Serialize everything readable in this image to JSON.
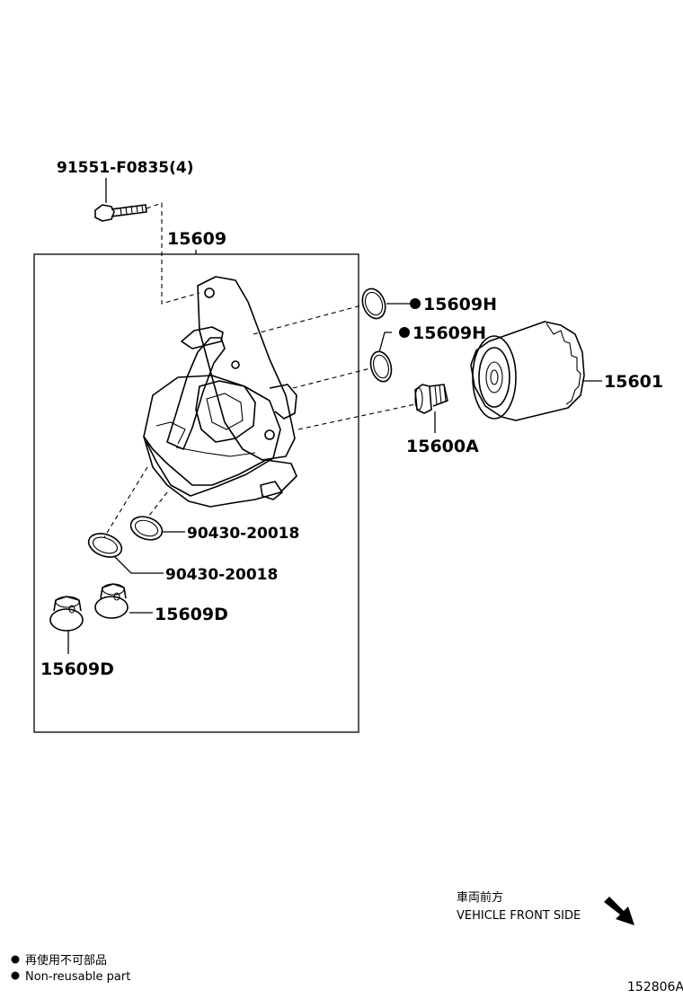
{
  "callouts": {
    "bolt": "91551-F0835(4)",
    "housing": "15609",
    "oring_upper": "15609H",
    "oring_lower": "15609H",
    "filter": "15601",
    "union": "15600A",
    "gasket_upper": "90430-20018",
    "gasket_lower": "90430-20018",
    "plug_right": "15609D",
    "plug_left": "15609D"
  },
  "direction": {
    "label_jp": "車両前方",
    "label_en": "VEHICLE FRONT SIDE"
  },
  "legend": {
    "jp": "再使用不可部品",
    "en": "Non-reusable part"
  },
  "reference_code": "152806A"
}
